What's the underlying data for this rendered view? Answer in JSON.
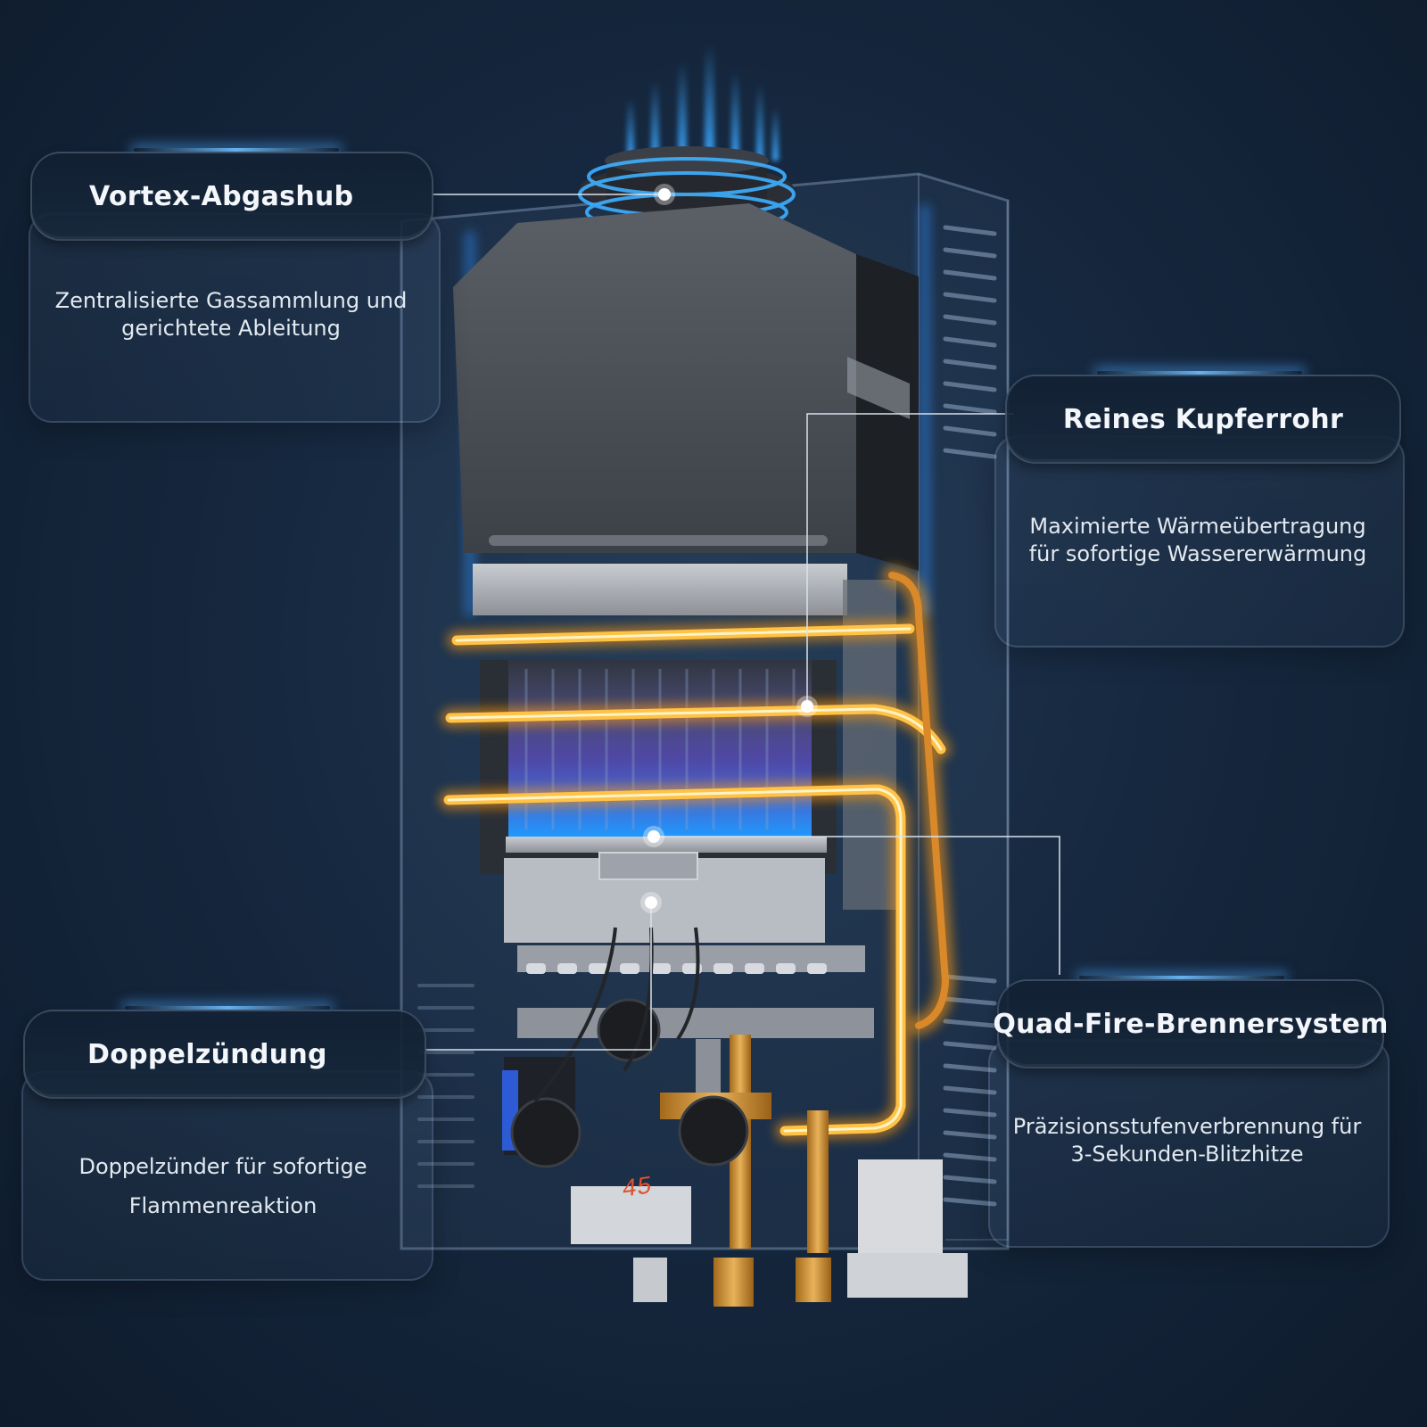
{
  "features": {
    "vortex": {
      "title": "Vortex-Abgashub",
      "desc_line1": "Zentralisierte Gassammlung und",
      "desc_line2": "gerichtete Ableitung"
    },
    "copper": {
      "title": "Reines Kupferrohr",
      "desc_line1": "Maximierte Wärmeübertragung",
      "desc_line2": "für sofortige Wassererwärmung"
    },
    "ignition": {
      "title": "Doppelzündung",
      "desc_line1": "Doppelzünder für sofortige",
      "desc_line2": "Flammenreaktion"
    },
    "burner": {
      "title": "Quad-Fire-Brennersystem",
      "desc_line1": "Präzisionsstufenverbrennung für",
      "desc_line2": "3-Sekunden-Blitzhitze"
    }
  },
  "device": {
    "display_reading": "45"
  },
  "colors": {
    "background": "#16283f",
    "flame_blue": "#2fa8ff",
    "copper_glow": "#ffb020",
    "text": "#f3f6fa"
  }
}
